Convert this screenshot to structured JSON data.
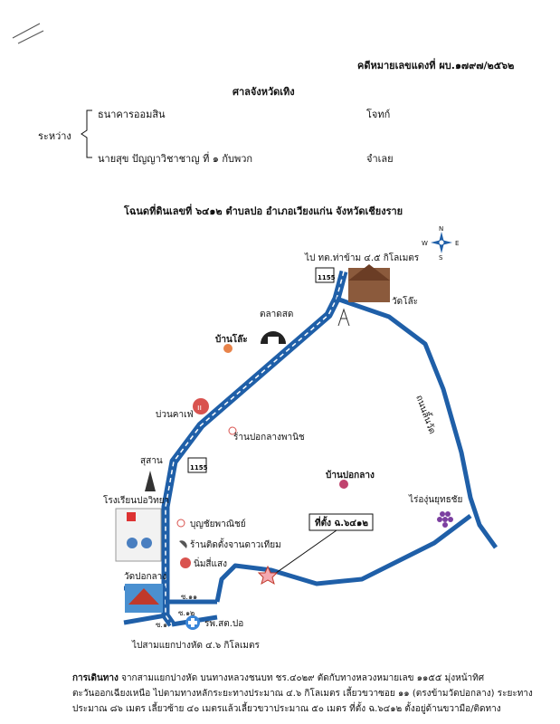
{
  "header": {
    "case_number": "คดีหมายเลขแดงที่ ผบ.๑๗๙๗/๒๕๖๒",
    "court": "ศาลจังหวัดเทิง",
    "between_label": "ระหว่าง",
    "plaintiff": "ธนาคารออมสิน",
    "plaintiff_role": "โจทก์",
    "defendant": "นายสุข ปัญญาวิชาชาญ ที่ ๑ กับพวก",
    "defendant_role": "จำเลย"
  },
  "title": "โฉนดที่ดินเลขที่ ๖๔๑๒ ตำบลปอ อำเภอเวียงแก่น จังหวัดเชียงราย",
  "map": {
    "compass": {
      "n": "N",
      "e": "E",
      "s": "S",
      "w": "W"
    },
    "road_top": "ไป ทต.ท่าข้าม ๔.๕ กิโลเมตร",
    "route_no_1": "1155",
    "route_no_2": "1155",
    "wat_lo": "วัดโล๊ะ",
    "market": "ตลาดสด",
    "ban_lo": "บ้านโล๊ะ",
    "road_kamphet": "ถนนลิ้นวัด",
    "buan_cafe": "บ่วนคาเฟ่",
    "shop_pakklang": "ร้านปอกลางพานิช",
    "ban_pakklang": "บ้านปอกลาง",
    "cemetery": "สุสาน",
    "school": "โรงเรียนปอวิทยา",
    "grape_farm": "ไร่องุ่นยุทธชัย",
    "site_label": "ที่ตั้ง ฉ.๖๔๑๒",
    "boonchai_shop": "บุญชัยพาณิชย์",
    "satellite_shop": "ร้านติดตั้งจานดาวเทียม",
    "nimsisang": "นิ่มสี่แสง",
    "wat_pakklang": "วัดปอกลาง",
    "soi_11": "ซ.๑๑",
    "soi_12": "ซ.๑๒",
    "soi_1": "ซ.๑",
    "hospital": "รพ.สต.ปอ",
    "road_bottom": "ไปสามแยกปางหัด ๔.๖ กิโลเมตร"
  },
  "directions": {
    "label": "การเดินทาง",
    "line1": "จากสามแยกปางหัด บนทางหลวงชนบท ชร.๔๐๒๙ ตัดกับทางหลวงหมายเลข ๑๑๕๕ มุ่งหน้าทิศ",
    "line2": "ตะวันออกเฉียงเหนือ ไปตามทางหลักระยะทางประมาณ ๔.๖ กิโลเมตร เลี้ยวขวาซอย ๑๑ (ตรงข้ามวัดปอกลาง) ระยะทาง",
    "line3": "ประมาณ ๘๖ เมตร เลี้ยวซ้าย ๔๐ เมตรแล้วเลี้ยวขวาประมาณ ๕๐ เมตร ที่ตั้ง ฉ.๖๔๑๒ ตั้งอยู่ด้านขวามือ/ติดทาง"
  },
  "colors": {
    "road": "#1f5fa8",
    "road_dash": "#ffffff",
    "temple": "#c0392b",
    "pin": "#e8834a"
  }
}
